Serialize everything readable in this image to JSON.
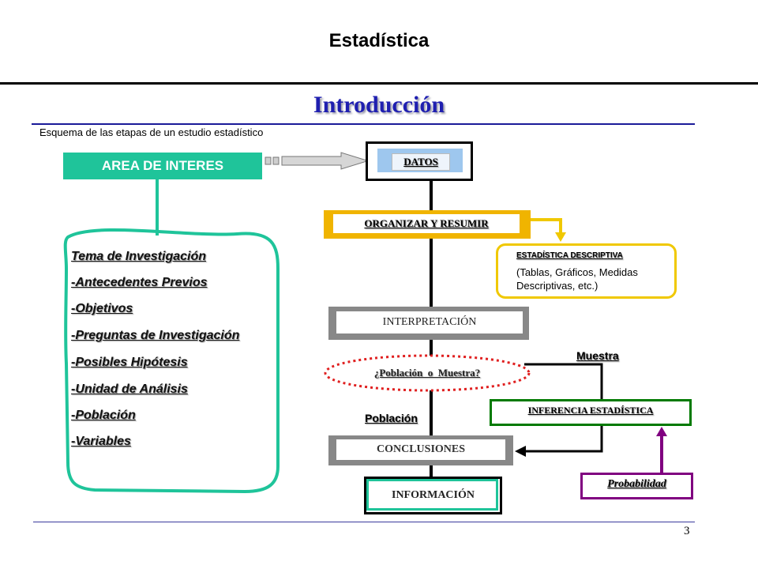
{
  "slide_title": "Estadística",
  "section_heading": "Introducción",
  "subtitle": "Esquema de las etapas de un estudio estadístico",
  "page_number": "3",
  "area": {
    "label": "AREA DE INTERES"
  },
  "topics": [
    "Tema de Investigación",
    "-Antecedentes Previos",
    "-Objetivos",
    "-Preguntas de Investigación",
    "-Posibles Hipótesis",
    "-Unidad de Análisis",
    "-Población",
    "-Variables"
  ],
  "flow": {
    "datos": "DATOS",
    "organizar": "ORGANIZAR Y RESUMIR",
    "interpretacion": "INTERPRETACIÓN",
    "pregunta": "¿Población  o  Muestra?",
    "conclusiones": "CONCLUSIONES",
    "informacion": "INFORMACIÓN"
  },
  "side": {
    "estadistica_descriptiva_title": "ESTADÍSTICA DESCRIPTIVA",
    "estadistica_descriptiva_text": "(Tablas, Gráficos, Medidas Descriptivas, etc.)",
    "inferencia": "INFERENCIA ESTADÍSTICA",
    "probabilidad": "Probabilidad",
    "muestra": "Muestra",
    "poblacion": "Población"
  },
  "colors": {
    "heading_blue": "#1f1fb0",
    "teal": "#1fc49a",
    "yellow": "#f0c800",
    "green": "#007a00",
    "purple": "#800080",
    "red_dotted": "#e02020",
    "gray": "#888888"
  }
}
